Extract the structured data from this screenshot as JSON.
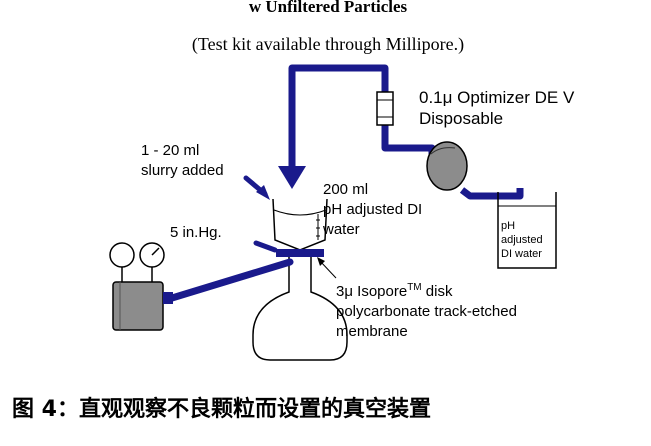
{
  "header": {
    "title_partial": "w Unfiltered Particles",
    "subtitle": "(Test kit available through Millipore.)"
  },
  "labels": {
    "filter_l1": "0.1μ  Optimizer DE V",
    "filter_l2": "Disposable",
    "slurry_l1": "1 - 20 ml",
    "slurry_l2": "slurry added",
    "funnel_l1": "200 ml",
    "funnel_l2": "pH adjusted DI",
    "funnel_l3": "water",
    "vacuum": "5 in.Hg.",
    "beaker_l1": "pH",
    "beaker_l2": "adjusted",
    "beaker_l3": "DI water",
    "membrane_l1_pre": "3μ  Isopore",
    "membrane_l1_tm": "TM",
    "membrane_l1_post": " disk",
    "membrane_l2": "polycarbonate track-etched",
    "membrane_l3": "membrane"
  },
  "caption": "图 4：直观观察不良颗粒而设置的真空装置",
  "colors": {
    "tubing": "#1a1a8c",
    "pump": "#8c8c8c",
    "outline": "#000000"
  }
}
